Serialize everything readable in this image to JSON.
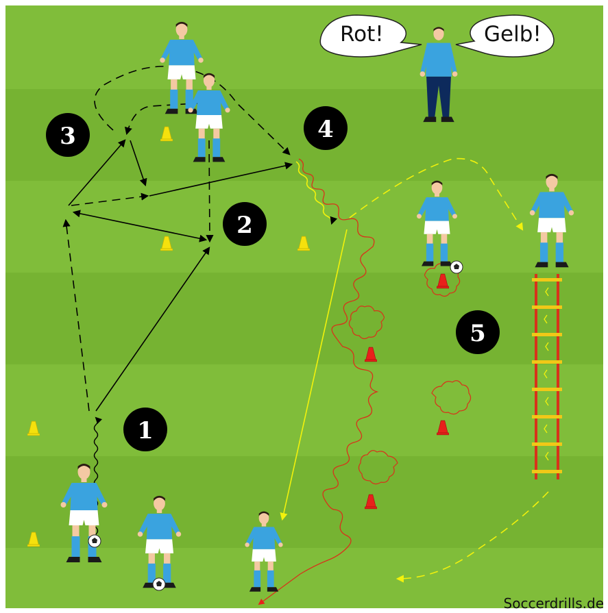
{
  "diagram": {
    "stations": [
      {
        "id": "1",
        "label": "1"
      },
      {
        "id": "2",
        "label": "2"
      },
      {
        "id": "3",
        "label": "3"
      },
      {
        "id": "4",
        "label": "4"
      },
      {
        "id": "5",
        "label": "5"
      }
    ],
    "coach": {
      "left_call": "Rot!",
      "right_call": "Gelb!"
    },
    "colors": {
      "grass_light": "#80bd3a",
      "grass_dark": "#76b332",
      "jersey": "#3aa3df",
      "cone_yellow": "#f5e10d",
      "cone_red": "#e8211b",
      "path_yellow": "#f2f20c",
      "path_red": "#d8321a",
      "ladder_rail": "#d8321a",
      "ladder_rung": "#f1c817"
    },
    "watermark": "Soccerdrills.de"
  }
}
